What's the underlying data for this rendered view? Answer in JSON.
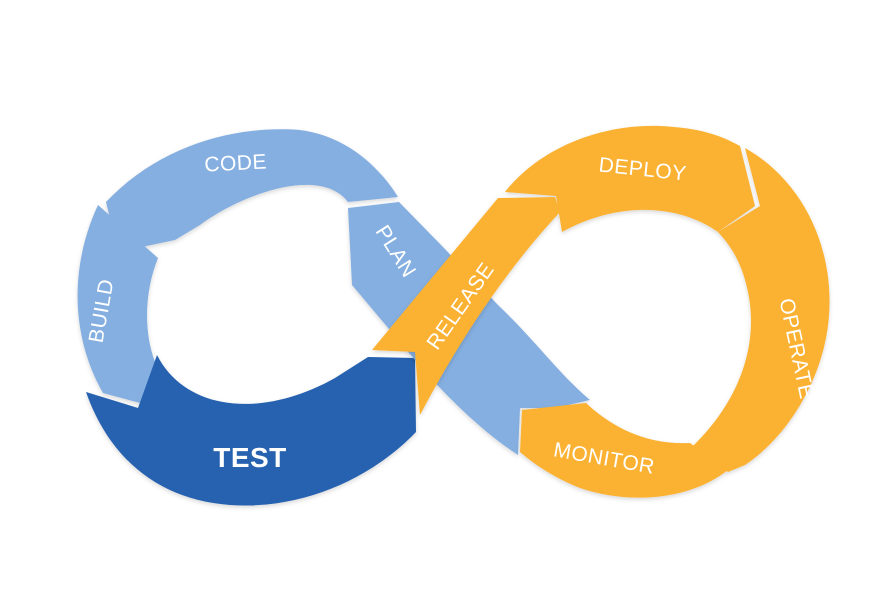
{
  "diagram": {
    "stages": {
      "plan": "PLAN",
      "code": "CODE",
      "build": "BUILD",
      "test": "TEST",
      "release": "RELEASE",
      "deploy": "DEPLOY",
      "operate": "OPERATE",
      "monitor": "MONITOR"
    },
    "colors": {
      "light_blue": "#85AFE0",
      "dark_blue": "#2862B0",
      "orange": "#FBB130",
      "separator": "#ffffff",
      "background": "#ffffff"
    }
  }
}
